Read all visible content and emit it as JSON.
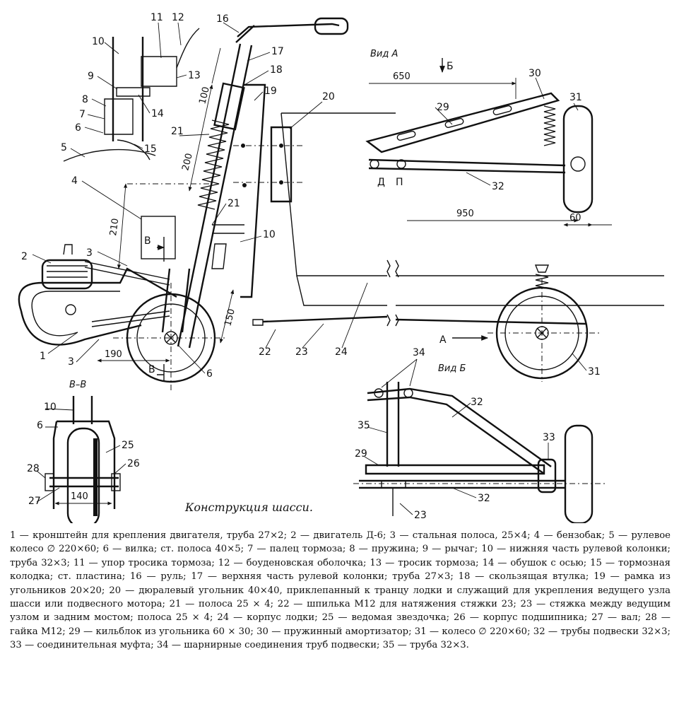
{
  "figure": {
    "caption_title": "Конструкция шасси.",
    "view_labels": {
      "view_a": "Вид А",
      "view_b": "Вид Б",
      "section_bb": "В–В",
      "arrow_b": "Б",
      "arrow_a": "А",
      "section_mark_top": "В",
      "section_mark_bottom": "В",
      "point_d": "Д",
      "point_p": "П"
    },
    "dimensions": {
      "d190": "190",
      "d210": "210",
      "d200": "200",
      "d100": "100",
      "d150": "150",
      "d650": "650",
      "d950": "950",
      "d60": "60",
      "d140": "140"
    },
    "callouts": {
      "c1": "1",
      "c2": "2",
      "c3a": "3",
      "c3b": "3",
      "c4": "4",
      "c5": "5",
      "c6a": "6",
      "c6b": "6",
      "c6c": "6",
      "c7": "7",
      "c8": "8",
      "c9": "9",
      "c10a": "10",
      "c10b": "10",
      "c10c": "10",
      "c11": "11",
      "c12": "12",
      "c13": "13",
      "c14": "14",
      "c15": "15",
      "c16": "16",
      "c17": "17",
      "c18": "18",
      "c19": "19",
      "c20": "20",
      "c21a": "21",
      "c21b": "21",
      "c22": "22",
      "c23a": "23",
      "c23b": "23",
      "c24": "24",
      "c25": "25",
      "c26": "26",
      "c27": "27",
      "c28": "28",
      "c29a": "29",
      "c29b": "29",
      "c30": "30",
      "c31a": "31",
      "c31b": "31",
      "c32a": "32",
      "c32b": "32",
      "c32c": "32",
      "c33": "33",
      "c34": "34",
      "c35": "35"
    },
    "legend_text": "1 — кронштейн для крепления двигателя, труба 27×2; 2 — двигатель Д-6; 3 — стальная полоса, 25×4; 4 — бензобак; 5 — рулевое колесо ∅ 220×60; 6 — вилка; ст. полоса 40×5; 7 — палец тормоза; 8 — пружина; 9 — рычаг; 10 — нижняя часть рулевой колонки; труба 32×3; 11 — упор тросика тормоза; 12 — боуденовская оболочка; 13 — тросик тормоза; 14 — обушок с осью; 15 — тормозная колодка; ст. пластина; 16 — руль; 17 — верхняя часть рулевой колонки; труба 27×3; 18 — скользящая втулка; 19 — рамка из угольников 20×20; 20 — дюралевый угольник 40×40, приклепанный к транцу лодки и служащий для укрепления ведущего узла шасси или подвесного мотора; 21 — полоса 25 × 4; 22 — шпилька М12 для натяжения стяжки 23; 23 — стяжка между ведущим узлом и задним мостом; полоса 25 × 4; 24 — корпус лодки; 25 — ведомая звездочка; 26 — корпус подшипника; 27 — вал; 28 — гайка М12; 29 — кильблок из угольника 60 × 30; 30 — пружинный амортизатор; 31 — колесо ∅ 220×60; 32 — трубы подвески 32×3; 33 — соединительная муфта; 34 — шарнирные соединения труб подвески; 35 — труба 32×3."
  }
}
